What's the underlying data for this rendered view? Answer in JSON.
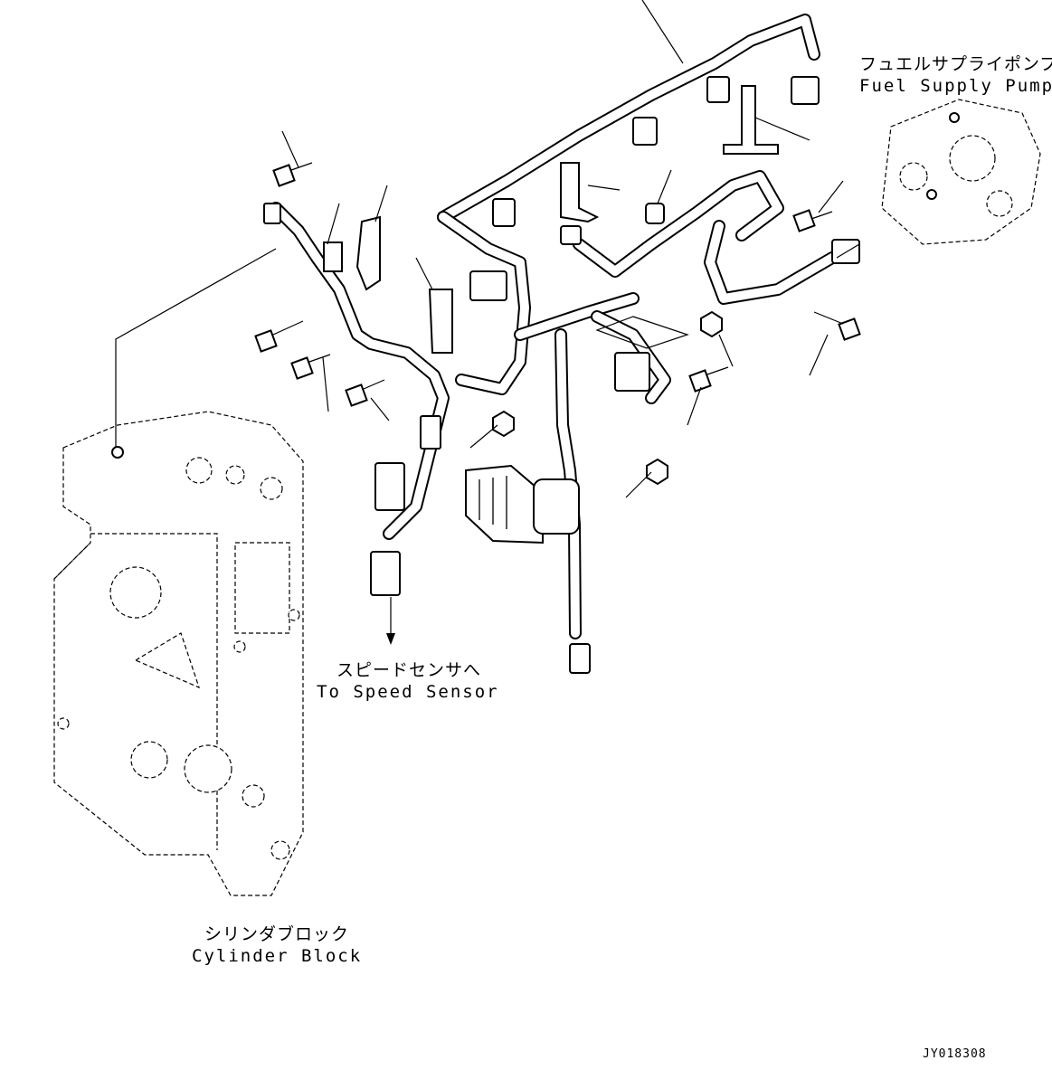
{
  "labels": {
    "fuel_supply_pump_jp": "フュエルサプライポンプ",
    "fuel_supply_pump_en": "Fuel Supply Pump",
    "speed_sensor_jp": "スピードセンサへ",
    "speed_sensor_en": "To Speed Sensor",
    "cylinder_block_jp": "シリンダブロック",
    "cylinder_block_en": "Cylinder Block",
    "drawing_code": "JY018308"
  }
}
